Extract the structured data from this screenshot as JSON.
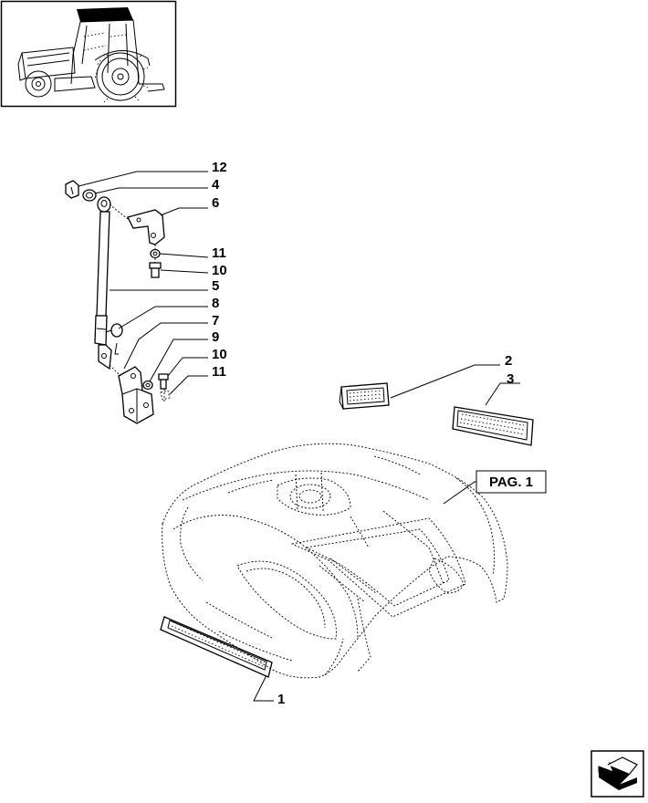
{
  "callouts": {
    "c12": "12",
    "c4": "4",
    "c6": "6",
    "c11a": "11",
    "c10a": "10",
    "c5": "5",
    "c8": "8",
    "c7": "7",
    "c9": "9",
    "c10b": "10",
    "c11b": "11",
    "c2": "2",
    "c3": "3",
    "c1": "1"
  },
  "page_ref": "PAG. 1",
  "icons": {
    "thumbnail": "tractor-thumbnail-icon",
    "navigation": "next-page-arrow-icon"
  }
}
